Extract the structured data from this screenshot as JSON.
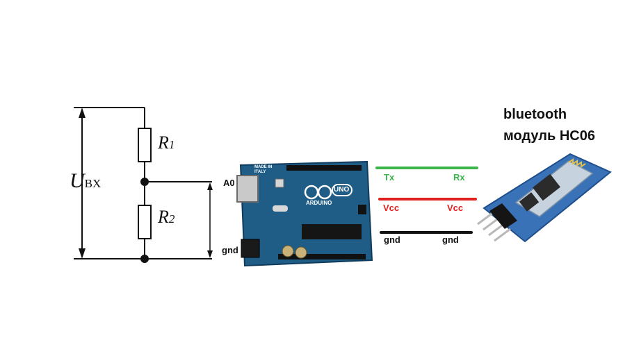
{
  "title_line1": "bluetooth",
  "title_line2": "модуль HC06",
  "circuit": {
    "u_symbol": "U",
    "u_subscript": "BX",
    "r1_symbol": "R",
    "r1_subscript": "1",
    "r2_symbol": "R",
    "r2_subscript": "2"
  },
  "arduino": {
    "pin_a0": "A0",
    "pin_gnd": "gnd",
    "board_text": "UNO",
    "brand_text": "ARDUINO",
    "made_in": "MADE IN ITALY"
  },
  "wires": {
    "tx": "Tx",
    "rx": "Rx",
    "vcc_left": "Vcc",
    "vcc_right": "Vcc",
    "gnd_left": "gnd",
    "gnd_right": "gnd"
  },
  "colors": {
    "tx_rx_wire": "#3cb54a",
    "vcc_wire": "#e02020",
    "gnd_wire": "#111111",
    "board": "#1f5c86",
    "module": "#3a72b8"
  }
}
